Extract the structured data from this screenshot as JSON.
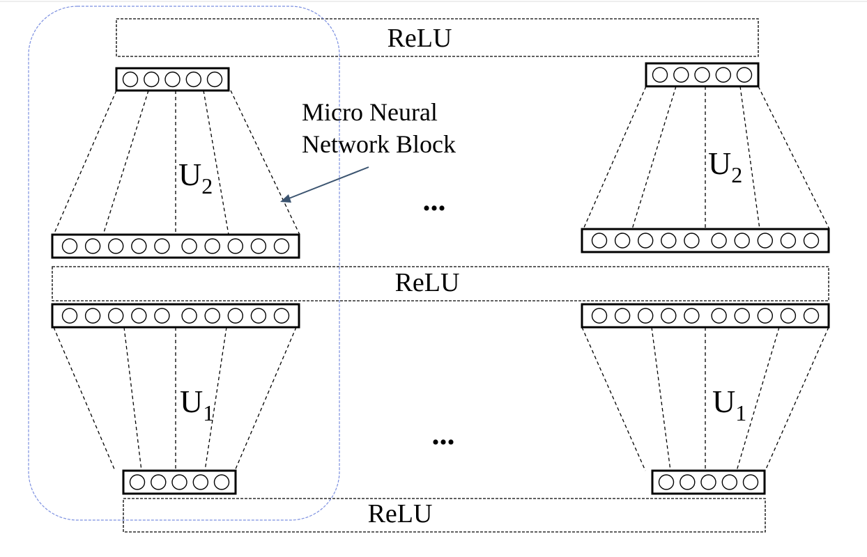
{
  "relu_layers": [
    {
      "label": "ReLU"
    },
    {
      "label": "ReLU"
    },
    {
      "label": "ReLU"
    }
  ],
  "micro_block": {
    "label_line1": "Micro Neural",
    "label_line2": "Network Block",
    "highlight_color": "#7b8fe0",
    "arrow_color": "#3b5470"
  },
  "weights": {
    "upper": {
      "letter": "U",
      "subscript": "2"
    },
    "lower": {
      "letter": "U",
      "subscript": "1"
    }
  },
  "ellipsis": {
    "upper": "...",
    "lower": "..."
  },
  "layers": {
    "narrow_neurons": 5,
    "wide_neurons": 10
  }
}
